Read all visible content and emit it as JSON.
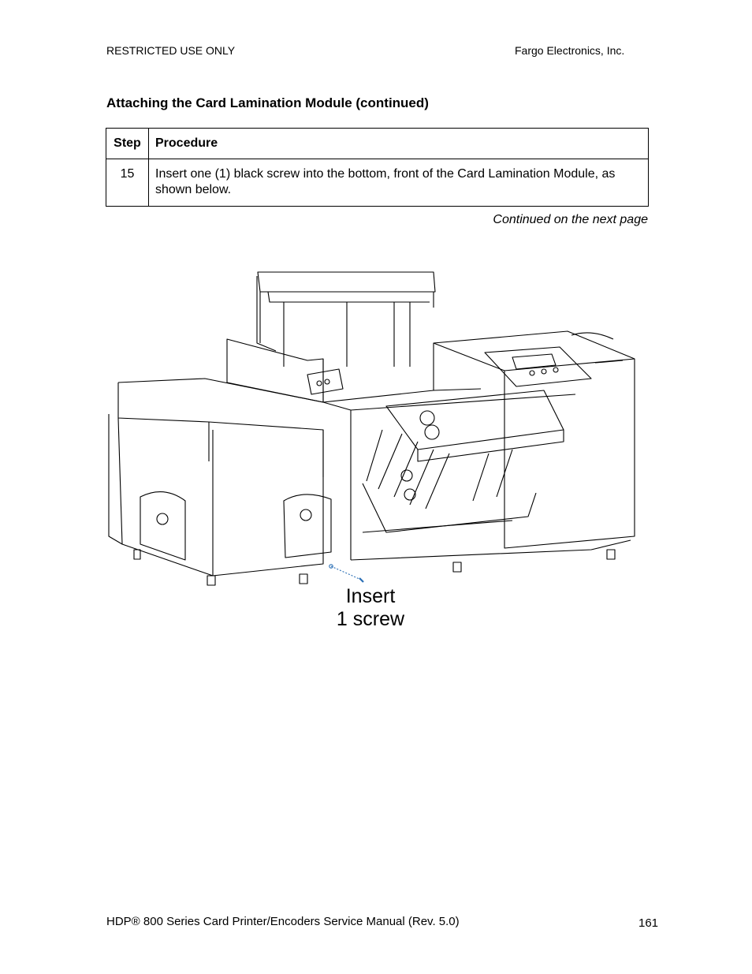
{
  "header": {
    "left": "RESTRICTED USE ONLY",
    "right": "Fargo Electronics, Inc."
  },
  "section_title": "Attaching the Card Lamination Module (continued)",
  "table": {
    "headers": {
      "step": "Step",
      "procedure": "Procedure"
    },
    "rows": [
      {
        "step": "15",
        "procedure": "Insert one (1) black screw into the bottom, front of the Card Lamination Module, as shown below."
      }
    ]
  },
  "continued_note": "Continued on the next page",
  "figure": {
    "callout_line1": "Insert",
    "callout_line2": "1 screw",
    "screw_color": "#2b6fb5"
  },
  "footer": {
    "left": "HDP® 800 Series Card Printer/Encoders Service Manual (Rev. 5.0)",
    "page_number": "161"
  }
}
